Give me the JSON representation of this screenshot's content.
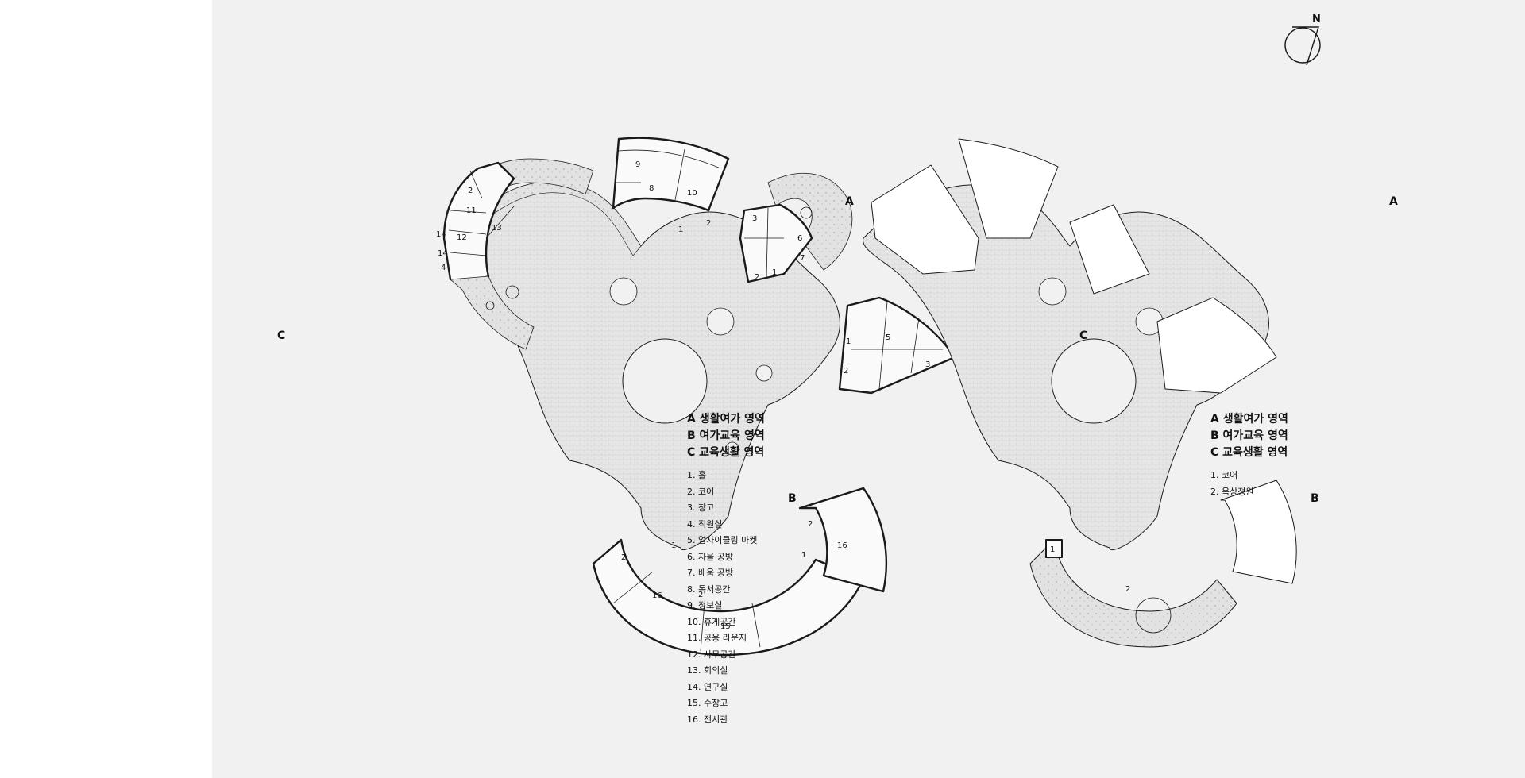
{
  "left_plan": {
    "zones": [
      "A 생활여가 영역",
      "B 여가교육 영역",
      "C 교육생활 영역"
    ],
    "items": [
      "1. 홀",
      "2. 코어",
      "3. 창고",
      "4. 직원실",
      "5. 업사이클링 마켓",
      "6. 자율 공방",
      "7. 배움 공방",
      "8. 독서공간",
      "9. 정보실",
      "10. 휴게공간",
      "11. 공용 라운지",
      "12. 사무공간",
      "13. 회의실",
      "14. 연구실",
      "15. 수창고",
      "16. 전시관"
    ],
    "wing_labels": {
      "a": "A",
      "b": "B",
      "c": "C"
    },
    "room_numbers": {
      "n2a": "2",
      "n11": "11",
      "n13": "13",
      "n12": "12",
      "n14a": "14",
      "n14b": "14",
      "n4": "4",
      "n8": "8",
      "n9": "9",
      "n10": "10",
      "n1c": "1",
      "n2c": "2",
      "n3a": "3",
      "n1a": "1",
      "n2a2": "2",
      "n6": "6",
      "n7": "7",
      "n1e": "1",
      "n5": "5",
      "n2e": "2",
      "n3e": "3",
      "n2b": "2",
      "n1b": "1",
      "n16b": "16",
      "n2b2": "2",
      "n1b2": "1",
      "n16l": "16",
      "n2b3": "2",
      "n15": "15"
    }
  },
  "right_plan": {
    "zones": [
      "A 생활여가 영역",
      "B 여가교육 영역",
      "C 교육생활 영역"
    ],
    "items": [
      "1. 코어",
      "2. 옥상정원"
    ],
    "wing_labels": {
      "a": "A",
      "b": "B",
      "c": "C"
    },
    "room_numbers": {
      "r1": "1",
      "r2": "2"
    }
  },
  "north_arrow": {
    "label": "N"
  },
  "colors": {
    "page": "#ffffff",
    "sheet": "#f1f1f1",
    "line": "#1a1a1a",
    "paving": "#e6e6e6",
    "planting": "#d8d8d8"
  }
}
